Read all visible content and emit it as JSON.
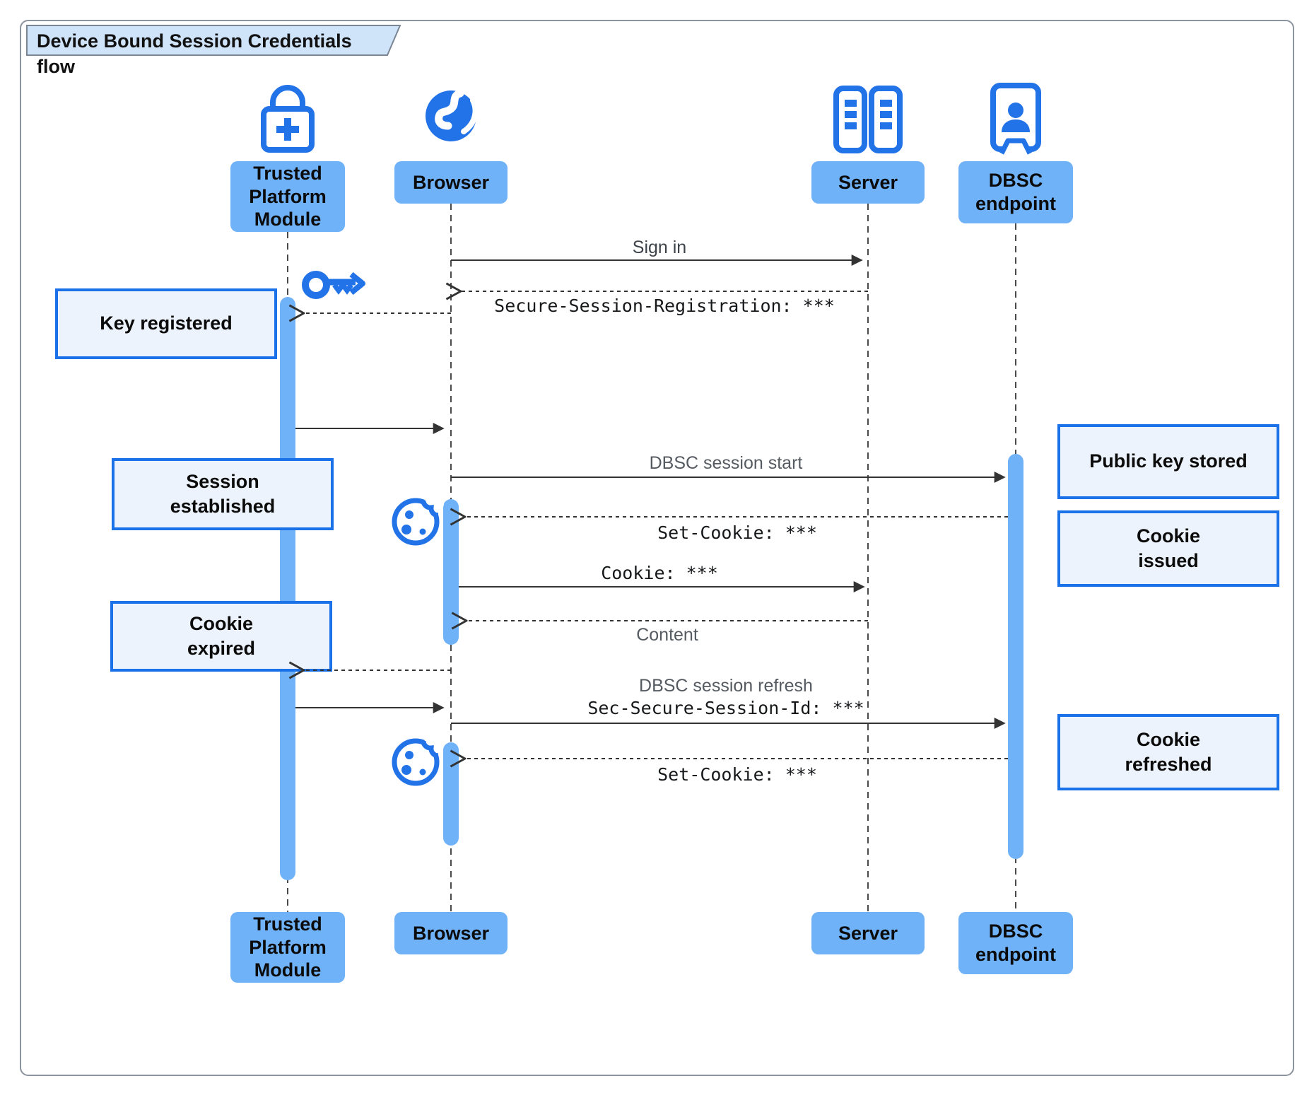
{
  "diagram": {
    "title": "Device Bound Session Credentials flow",
    "type": "sequence-diagram"
  },
  "colors": {
    "actor_fill": "#6fb2f8",
    "activation_fill": "#6fb2f8",
    "note_fill": "#edf3fc",
    "note_border": "#1b72e8",
    "icon_blue": "#2272e8",
    "title_fill": "#cfe3f9",
    "line": "#333333"
  },
  "actors": [
    {
      "label": "Trusted\nPlatform\nModule",
      "icon": "lock-plus-icon"
    },
    {
      "label": "Browser",
      "icon": "globe-icon"
    },
    {
      "label": "Server",
      "icon": "server-rack-icon"
    },
    {
      "label": "DBSC\nendpoint",
      "icon": "doorway-person-icon"
    }
  ],
  "messages": [
    {
      "label": "Sign in",
      "from": "Browser",
      "to": "Server",
      "line": "solid"
    },
    {
      "label": "Secure-Session-Registration: ***",
      "from": "Server",
      "to": "Browser",
      "line": "dashed"
    },
    {
      "label": "",
      "from": "Browser",
      "to": "Trusted Platform Module",
      "line": "dashed"
    },
    {
      "label": "",
      "from": "Trusted Platform Module",
      "to": "Browser",
      "line": "solid"
    },
    {
      "label": "DBSC session start",
      "from": "Browser",
      "to": "DBSC endpoint",
      "line": "solid"
    },
    {
      "label": "Set-Cookie: ***",
      "from": "DBSC endpoint",
      "to": "Browser",
      "line": "dashed"
    },
    {
      "label": "Cookie: ***",
      "from": "Browser",
      "to": "Server",
      "line": "solid"
    },
    {
      "label": "Content",
      "from": "Server",
      "to": "Browser",
      "line": "dashed"
    },
    {
      "label": "",
      "from": "Browser",
      "to": "Trusted Platform Module",
      "line": "dashed"
    },
    {
      "label": "",
      "from": "Trusted Platform Module",
      "to": "Browser",
      "line": "solid"
    },
    {
      "label_note": "DBSC session refresh",
      "label": "Sec-Secure-Session-Id: ***",
      "from": "Browser",
      "to": "DBSC endpoint",
      "line": "solid"
    },
    {
      "label": "Set-Cookie: ***",
      "from": "DBSC endpoint",
      "to": "Browser",
      "line": "dashed"
    }
  ],
  "notes": [
    {
      "label": "Key registered",
      "side": "left"
    },
    {
      "label": "Public key stored",
      "side": "right"
    },
    {
      "label": "Session\nestablished",
      "side": "left"
    },
    {
      "label": "Cookie\nissued",
      "side": "right"
    },
    {
      "label": "Cookie\nexpired",
      "side": "left"
    },
    {
      "label": "Cookie\nrefreshed",
      "side": "right"
    }
  ],
  "decorations": [
    "key-icon",
    "cookie-icon",
    "cookie-icon"
  ]
}
